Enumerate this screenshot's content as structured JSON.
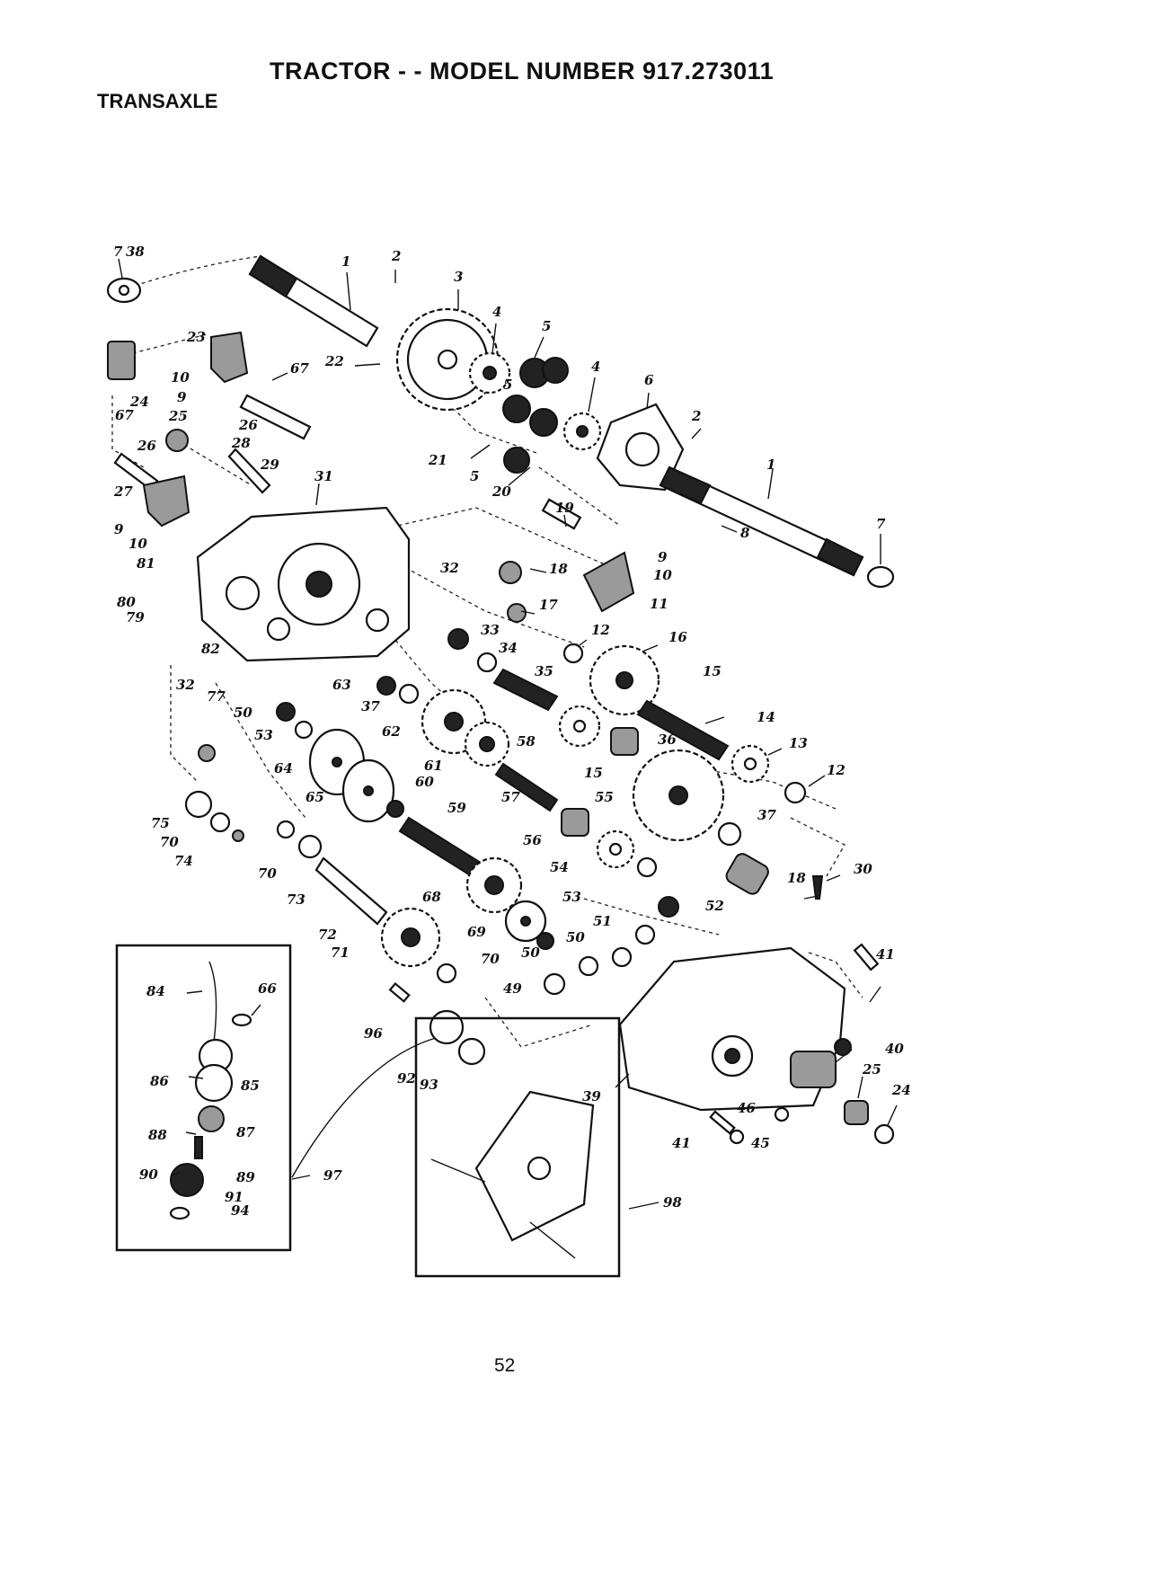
{
  "page_title": "TRACTOR - - MODEL NUMBER 917.273011",
  "section_title": "TRANSAXLE",
  "page_number": "52",
  "callouts": {
    "c1a": "1",
    "c2a": "2",
    "c3": "3",
    "c4a": "4",
    "c5a": "5",
    "c4b": "4",
    "c6": "6",
    "c7a": "7",
    "c38": "38",
    "c23": "23",
    "c67a": "67",
    "c22": "22",
    "c10a": "10",
    "c9a": "9",
    "c24a": "24",
    "c67b": "67",
    "c25a": "25",
    "c26a": "26",
    "c26b": "26",
    "c28": "28",
    "c29": "29",
    "c27": "27",
    "c5b": "5",
    "c2b": "2",
    "c21": "21",
    "c5c": "5",
    "c20": "20",
    "c1b": "1",
    "c31": "31",
    "c19": "19",
    "c8": "8",
    "c7b": "7",
    "c9b": "9",
    "c10b": "10",
    "c9c": "9",
    "c10c": "10",
    "c81": "81",
    "c32a": "32",
    "c18a": "18",
    "c11": "11",
    "c80": "80",
    "c79": "79",
    "c17": "17",
    "c33": "33",
    "c12a": "12",
    "c16": "16",
    "c82": "82",
    "c34": "34",
    "c35": "35",
    "c32b": "32",
    "c63": "63",
    "c15a": "15",
    "c37a": "37",
    "c14": "14",
    "c77": "77",
    "c50a": "50",
    "c62": "62",
    "c58": "58",
    "c36": "36",
    "c13": "13",
    "c53a": "53",
    "c61": "61",
    "c15b": "15",
    "c12b": "12",
    "c64": "64",
    "c60": "60",
    "c65": "65",
    "c57": "57",
    "c59": "59",
    "c55": "55",
    "c37b": "37",
    "c75": "75",
    "c70a": "70",
    "c56": "56",
    "c74": "74",
    "c70b": "70",
    "c54": "54",
    "c30": "30",
    "c18b": "18",
    "c73": "73",
    "c68": "68",
    "c53b": "53",
    "c52": "52",
    "c72": "72",
    "c51": "51",
    "c69": "69",
    "c50b": "50",
    "c71": "71",
    "c50c": "50",
    "c70c": "70",
    "c41a": "41",
    "c49": "49",
    "c84": "84",
    "c66": "66",
    "c96": "96",
    "c40": "40",
    "c25b": "25",
    "c24b": "24",
    "c86": "86",
    "c85": "85",
    "c92": "92",
    "c93": "93",
    "c39": "39",
    "c46": "46",
    "c87": "87",
    "c88": "88",
    "c41b": "41",
    "c45": "45",
    "c89": "89",
    "c90": "90",
    "c97": "97",
    "c91": "91",
    "c94": "94",
    "c98": "98"
  }
}
